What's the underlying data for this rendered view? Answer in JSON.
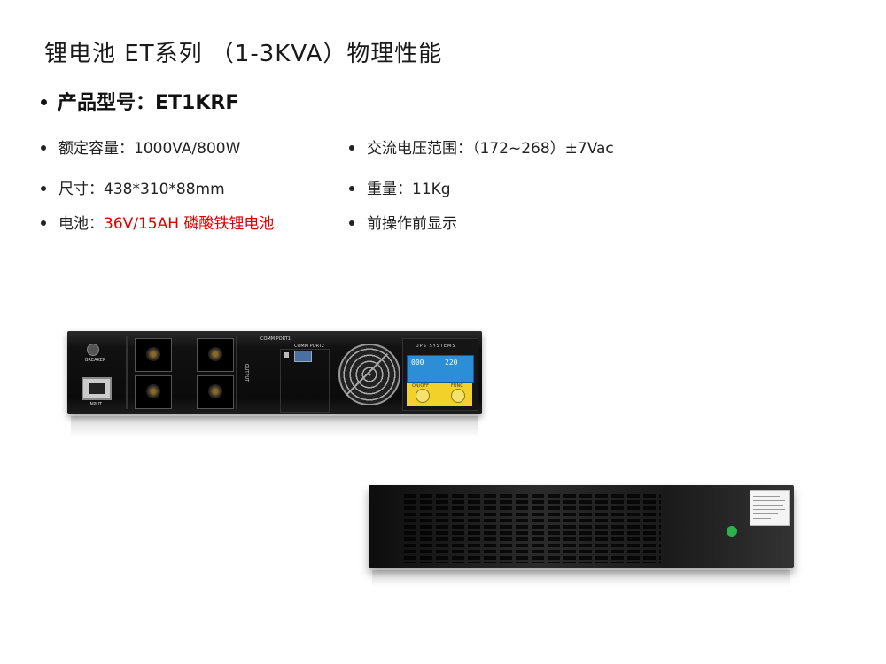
{
  "title": "锂电池  ET系列 （1-3KVA）物理性能",
  "model": {
    "label": "产品型号：",
    "value": "ET1KRF"
  },
  "specs_left": [
    {
      "label": "额定容量：",
      "value": "1000VA/800W"
    },
    {
      "label": "尺寸：",
      "value": "438*310*88mm"
    },
    {
      "label": "电池：",
      "value": "36V/15AH 磷酸铁锂电池",
      "highlight_color": "#e00000"
    }
  ],
  "specs_right": [
    {
      "label": "交流电压范围：",
      "value": "（172~268）±7Vac"
    },
    {
      "label": "重量：",
      "value": "11Kg"
    },
    {
      "label": "前操作前显示",
      "value": ""
    }
  ],
  "device_front": {
    "breaker_label": "BREAKER",
    "input_label": "INPUT",
    "output_label": "OUTPUT",
    "comm_port1": "COMM PORT1",
    "comm_port2": "COMM PORT2",
    "panel_title": "UPS SYSTEMS",
    "lcd_left": "000",
    "lcd_right": "220",
    "button_left": "ON/OFF",
    "button_right": "FUNC"
  }
}
